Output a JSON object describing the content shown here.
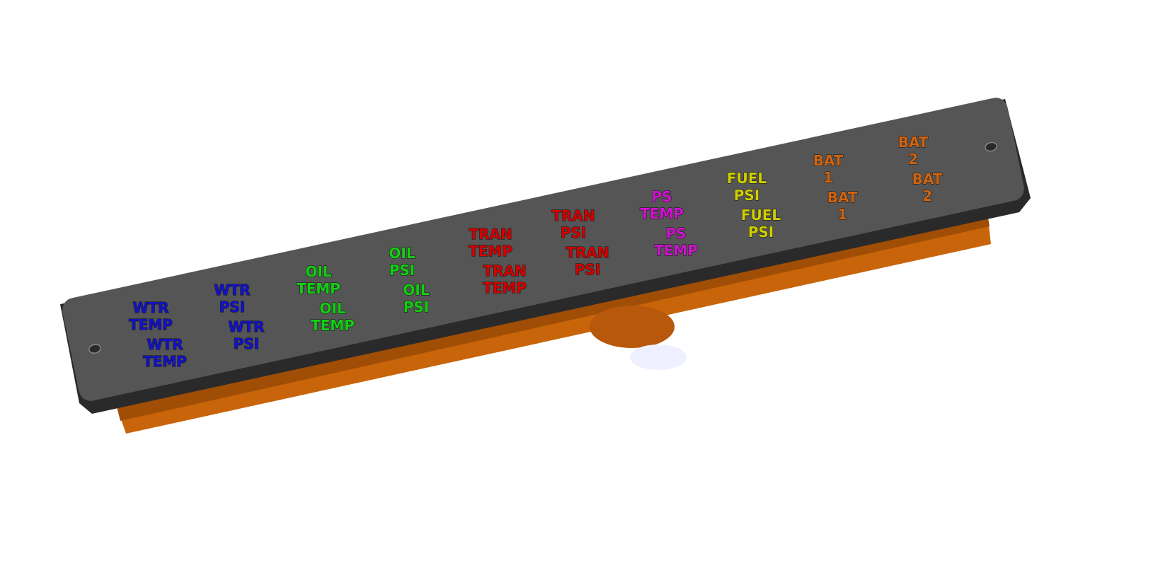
{
  "panel": {
    "plate_color": "#555555",
    "body_color": "#c8640a",
    "rows": [
      [
        {
          "line1": "WTR",
          "line2": "TEMP",
          "color": "#1212c8"
        },
        {
          "line1": "WTR",
          "line2": "PSI",
          "color": "#1212c8"
        },
        {
          "line1": "OIL",
          "line2": "TEMP",
          "color": "#12d012"
        },
        {
          "line1": "OIL",
          "line2": "PSI",
          "color": "#12d012"
        },
        {
          "line1": "TRAN",
          "line2": "TEMP",
          "color": "#d40000"
        },
        {
          "line1": "TRAN",
          "line2": "PSI",
          "color": "#d40000"
        },
        {
          "line1": "PS",
          "line2": "TEMP",
          "color": "#d012d0"
        },
        {
          "line1": "FUEL",
          "line2": "PSI",
          "color": "#d0d000"
        },
        {
          "line1": "BAT",
          "line2": "1",
          "color": "#d06410"
        },
        {
          "line1": "BAT",
          "line2": "2",
          "color": "#d06410"
        }
      ],
      [
        {
          "line1": "WTR",
          "line2": "TEMP",
          "color": "#1212c8"
        },
        {
          "line1": "WTR",
          "line2": "PSI",
          "color": "#1212c8"
        },
        {
          "line1": "OIL",
          "line2": "TEMP",
          "color": "#12d012"
        },
        {
          "line1": "OIL",
          "line2": "PSI",
          "color": "#12d012"
        },
        {
          "line1": "TRAN",
          "line2": "TEMP",
          "color": "#d40000"
        },
        {
          "line1": "TRAN",
          "line2": "PSI",
          "color": "#d40000"
        },
        {
          "line1": "PS",
          "line2": "TEMP",
          "color": "#d012d0"
        },
        {
          "line1": "FUEL",
          "line2": "PSI",
          "color": "#d0d000"
        },
        {
          "line1": "BAT",
          "line2": "1",
          "color": "#d06410"
        },
        {
          "line1": "BAT",
          "line2": "2",
          "color": "#d06410"
        }
      ]
    ]
  }
}
